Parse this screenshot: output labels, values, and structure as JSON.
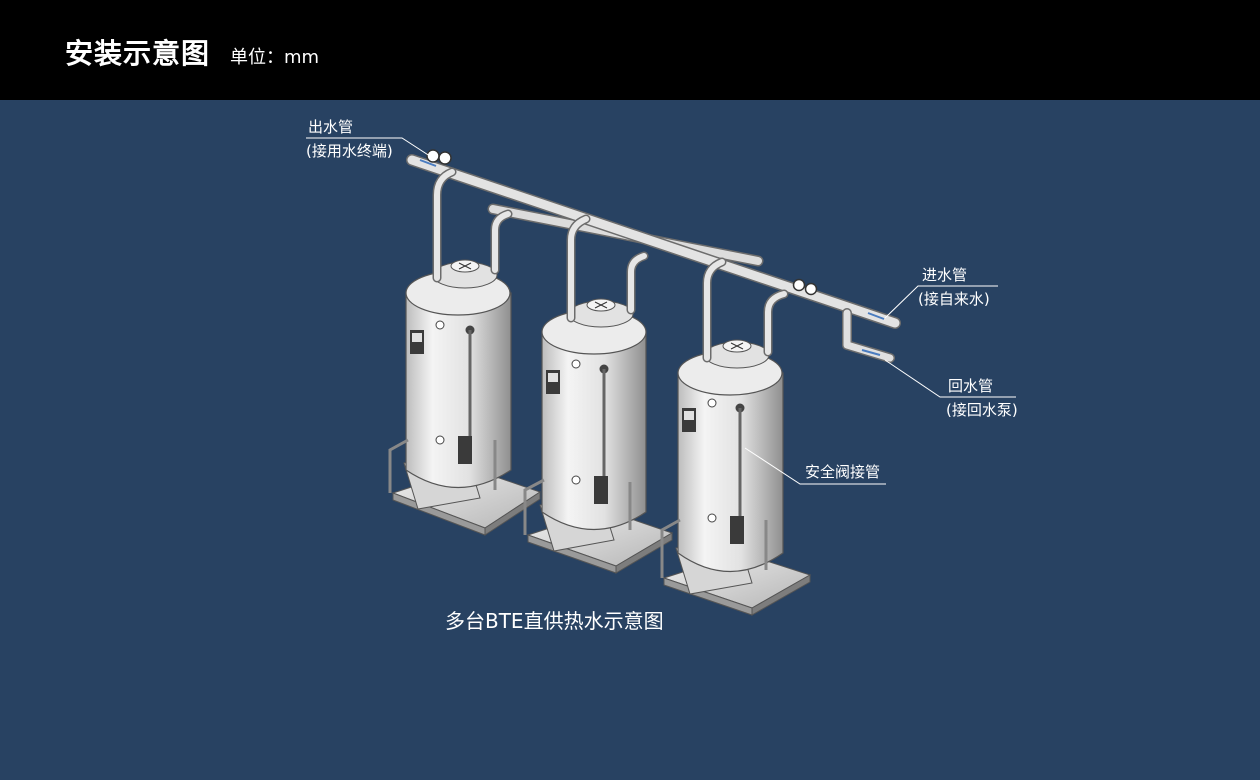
{
  "header": {
    "title": "安装示意图",
    "unit": "单位：mm"
  },
  "labels": {
    "outlet_pipe": "出水管",
    "outlet_pipe_note": "(接用水终端)",
    "inlet_pipe": "进水管",
    "inlet_pipe_note": "(接自来水)",
    "return_pipe": "回水管",
    "return_pipe_note": "(接回水泵)",
    "safety_valve_pipe": "安全阀接管"
  },
  "caption": "多台BTE直供热水示意图",
  "colors": {
    "background": "#284262",
    "header": "#000000",
    "text": "#ffffff",
    "tank": "#e6e6e6",
    "tank_shadow": "#a9a9a9",
    "pipe": "#d9d9d9",
    "flow_arrow": "#4a7cc0"
  }
}
